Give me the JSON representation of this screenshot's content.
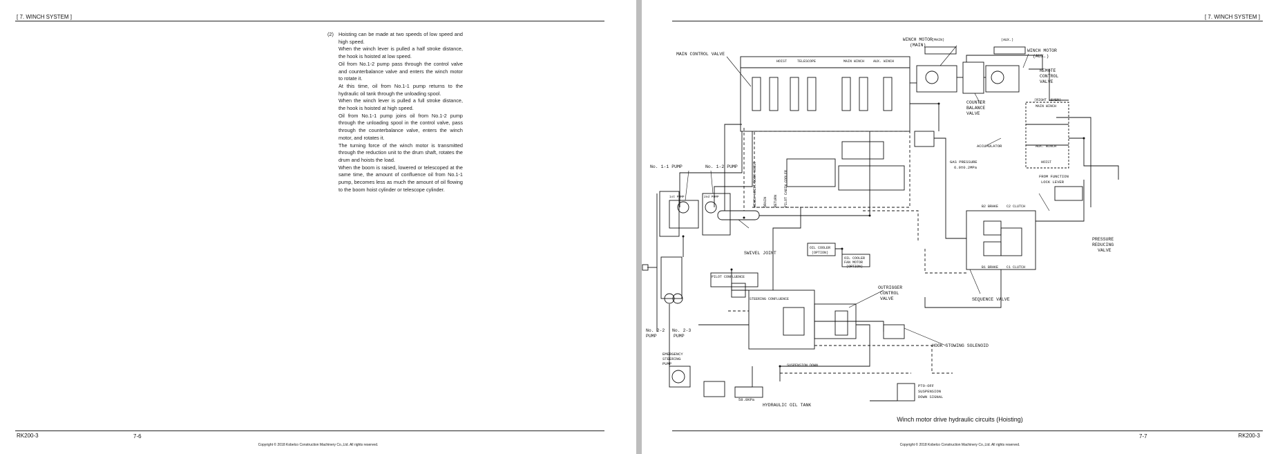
{
  "header": {
    "section": "[ 7. WINCH SYSTEM ]"
  },
  "left_page": {
    "item_number": "(2)",
    "paragraphs": [
      "Hoisting can be made at two speeds of low speed and high speed.",
      "When the winch lever is pulled a half stroke distance, the hook is hoisted at low speed.",
      "Oil from No.1-2 pump pass through the control valve and counterbalance valve and enters the winch motor to rotate it.",
      "At this time, oil from No.1-1 pump returns to the hydraulic oil tank through the unloading spool.",
      "When the winch lever is pulled a full stroke distance, the hook is hoisted at high speed.",
      "Oil from No.1-1 pump joins oil from No.1-2 pump through the unloading spool in the control valve, pass through the counterbalance valve, enters the winch motor, and rotates it.",
      "The turning force of the winch motor is transmitted through the reduction unit to the drum shaft, rotates the drum and hoists the load.",
      "When the boom is raised, lowered or telescoped at the same time, the amount of confluence oil from No.1-1 pump, becomes less as much the amount of oil flowing to the boom hoist cylinder or telescope cylinder."
    ],
    "footer_model": "RK200-3",
    "page_number": "7-6",
    "copyright": "Copyright © 2018 Kobelco Construction Machinery Co.,Ltd. All rights reserved."
  },
  "right_page": {
    "caption": "Winch motor drive hydraulic circuits (Hoisting)",
    "footer_model": "RK200-3",
    "page_number": "7-7",
    "copyright": "Copyright © 2018 Kobelco Construction Machinery Co.,Ltd. All rights reserved.",
    "labels": {
      "main_control_valve": "MAIN CONTROL VALVE",
      "hoist": "HOIST",
      "telescope": "TELESCOPE",
      "main_winch": "MAIN WINCH",
      "aux_winch": "AUX. WINCH",
      "winch_motor_main_1": "WINCH MOTOR",
      "winch_motor_main_2": "(MAIN)",
      "winch_motor_aux_1": "WINCH MOTOR",
      "winch_motor_aux_2": "(AUX.)",
      "main_tag": "(MAIN)",
      "aux_tag": "(AUX.)",
      "remote_1": "REMOTE",
      "remote_2": "CONTROL",
      "remote_3": "VALVE",
      "counter_1": "COUNTER",
      "counter_2": "BALANCE",
      "counter_3": "VALVE",
      "right_lever": "(RIGHT LEVER)",
      "main_winch_small": "MAIN WINCH",
      "aux_winch_small": "AUX. WINCH",
      "hoist_small": "HOIST",
      "no11_pump": "No. 1-1 PUMP",
      "no12_pump": "No. 1-2 PUMP",
      "first_pump": "1st PUMP",
      "second_pump": "2nd PUMP",
      "accumulator": "ACCUMULATOR",
      "gas_pressure_1": "GAS PRESSURE",
      "gas_pressure_2": "6.9±0.2MPa",
      "from_function_1": "FROM FUNCTION",
      "from_function_2": "LOCK LEVER",
      "pressure_1": "PRESSURE",
      "pressure_2": "REDUCING",
      "pressure_3": "VALVE",
      "swivel_joint": "SWIVEL JOINT",
      "oil_cooler_1": "OIL COOLER",
      "oil_cooler_2": "(OPTION)",
      "oil_cooler_fan_1": "OIL COOLER",
      "oil_cooler_fan_2": "FAN MOTOR",
      "oil_cooler_fan_3": "(OPTION)",
      "pilot_confluence": "PILOT CONFLUENCE",
      "steering_confluence": "STEERING CONFLUENCE",
      "outrigger_1": "OUTRIGGER",
      "outrigger_2": "CONTROL",
      "outrigger_3": "VALVE",
      "sequence_valve": "SEQUENCE VALVE",
      "hook_stowing": "HOOK STOWING SOLENOID",
      "no22_pump_1": "No. 2-2",
      "no22_pump_2": "PUMP",
      "no23_pump_1": "No. 2-3",
      "no23_pump_2": "PUMP",
      "emergency_1": "EMERGENCY",
      "emergency_2": "STEERING",
      "emergency_3": "PUMP",
      "suspension_down": "SUSPENSION DOWN",
      "pto_off_1": "PTO-OFF",
      "pto_off_2": "SUSPENSION",
      "pto_off_3": "DOWN SIGNAL",
      "hydraulic_oil_tank": "HYDRAULIC OIL TANK",
      "pressure_value": "58.8KPa",
      "winch_vertical": "WINCH HOIST/BOOM HOIST",
      "drain_vertical": "DRAIN",
      "return_vertical": "RETURN",
      "pilot_vertical": "PILOT CABIN COOLER",
      "b2_brake": "B2 BRAKE",
      "c2_clutch": "C2 CLUTCH",
      "b1_brake": "B1 BRAKE",
      "c1_clutch": "C1 CLUTCH"
    }
  }
}
